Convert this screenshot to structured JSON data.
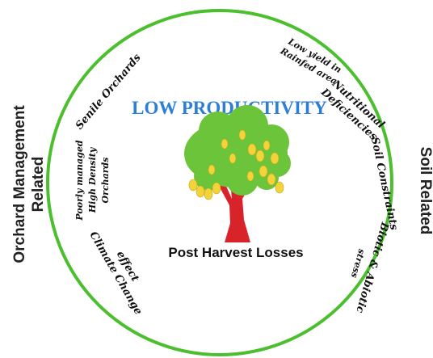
{
  "center": {
    "title": "LOW PRODUCTIVITY",
    "bottom_label": "Post Harvest Losses"
  },
  "left_side": {
    "line1": "Orchard Management",
    "line2": "Related"
  },
  "right_side": {
    "label": "Soil Related"
  },
  "factors": {
    "senile_orchards": "Senile Orchards",
    "poorly_managed_1": "Poorly managed",
    "poorly_managed_2": "High Density",
    "poorly_managed_3": "Orchards",
    "climate_1": "Climate Change",
    "climate_2": "effect",
    "low_yield_1": "Low yield in",
    "low_yield_2": "Rainfed area",
    "nutritional_1": "Nutritional",
    "nutritional_2": "Deficiencies",
    "soil_constraints": "Soil Constraints",
    "biotic_1": "Biotic & Abiotic",
    "biotic_2": "stress"
  },
  "colors": {
    "ring": "#4cbf2e",
    "title": "#2b7fd9",
    "canopy": "#6cc43a",
    "trunk": "#d8232a",
    "fruit": "#f2d33a"
  }
}
